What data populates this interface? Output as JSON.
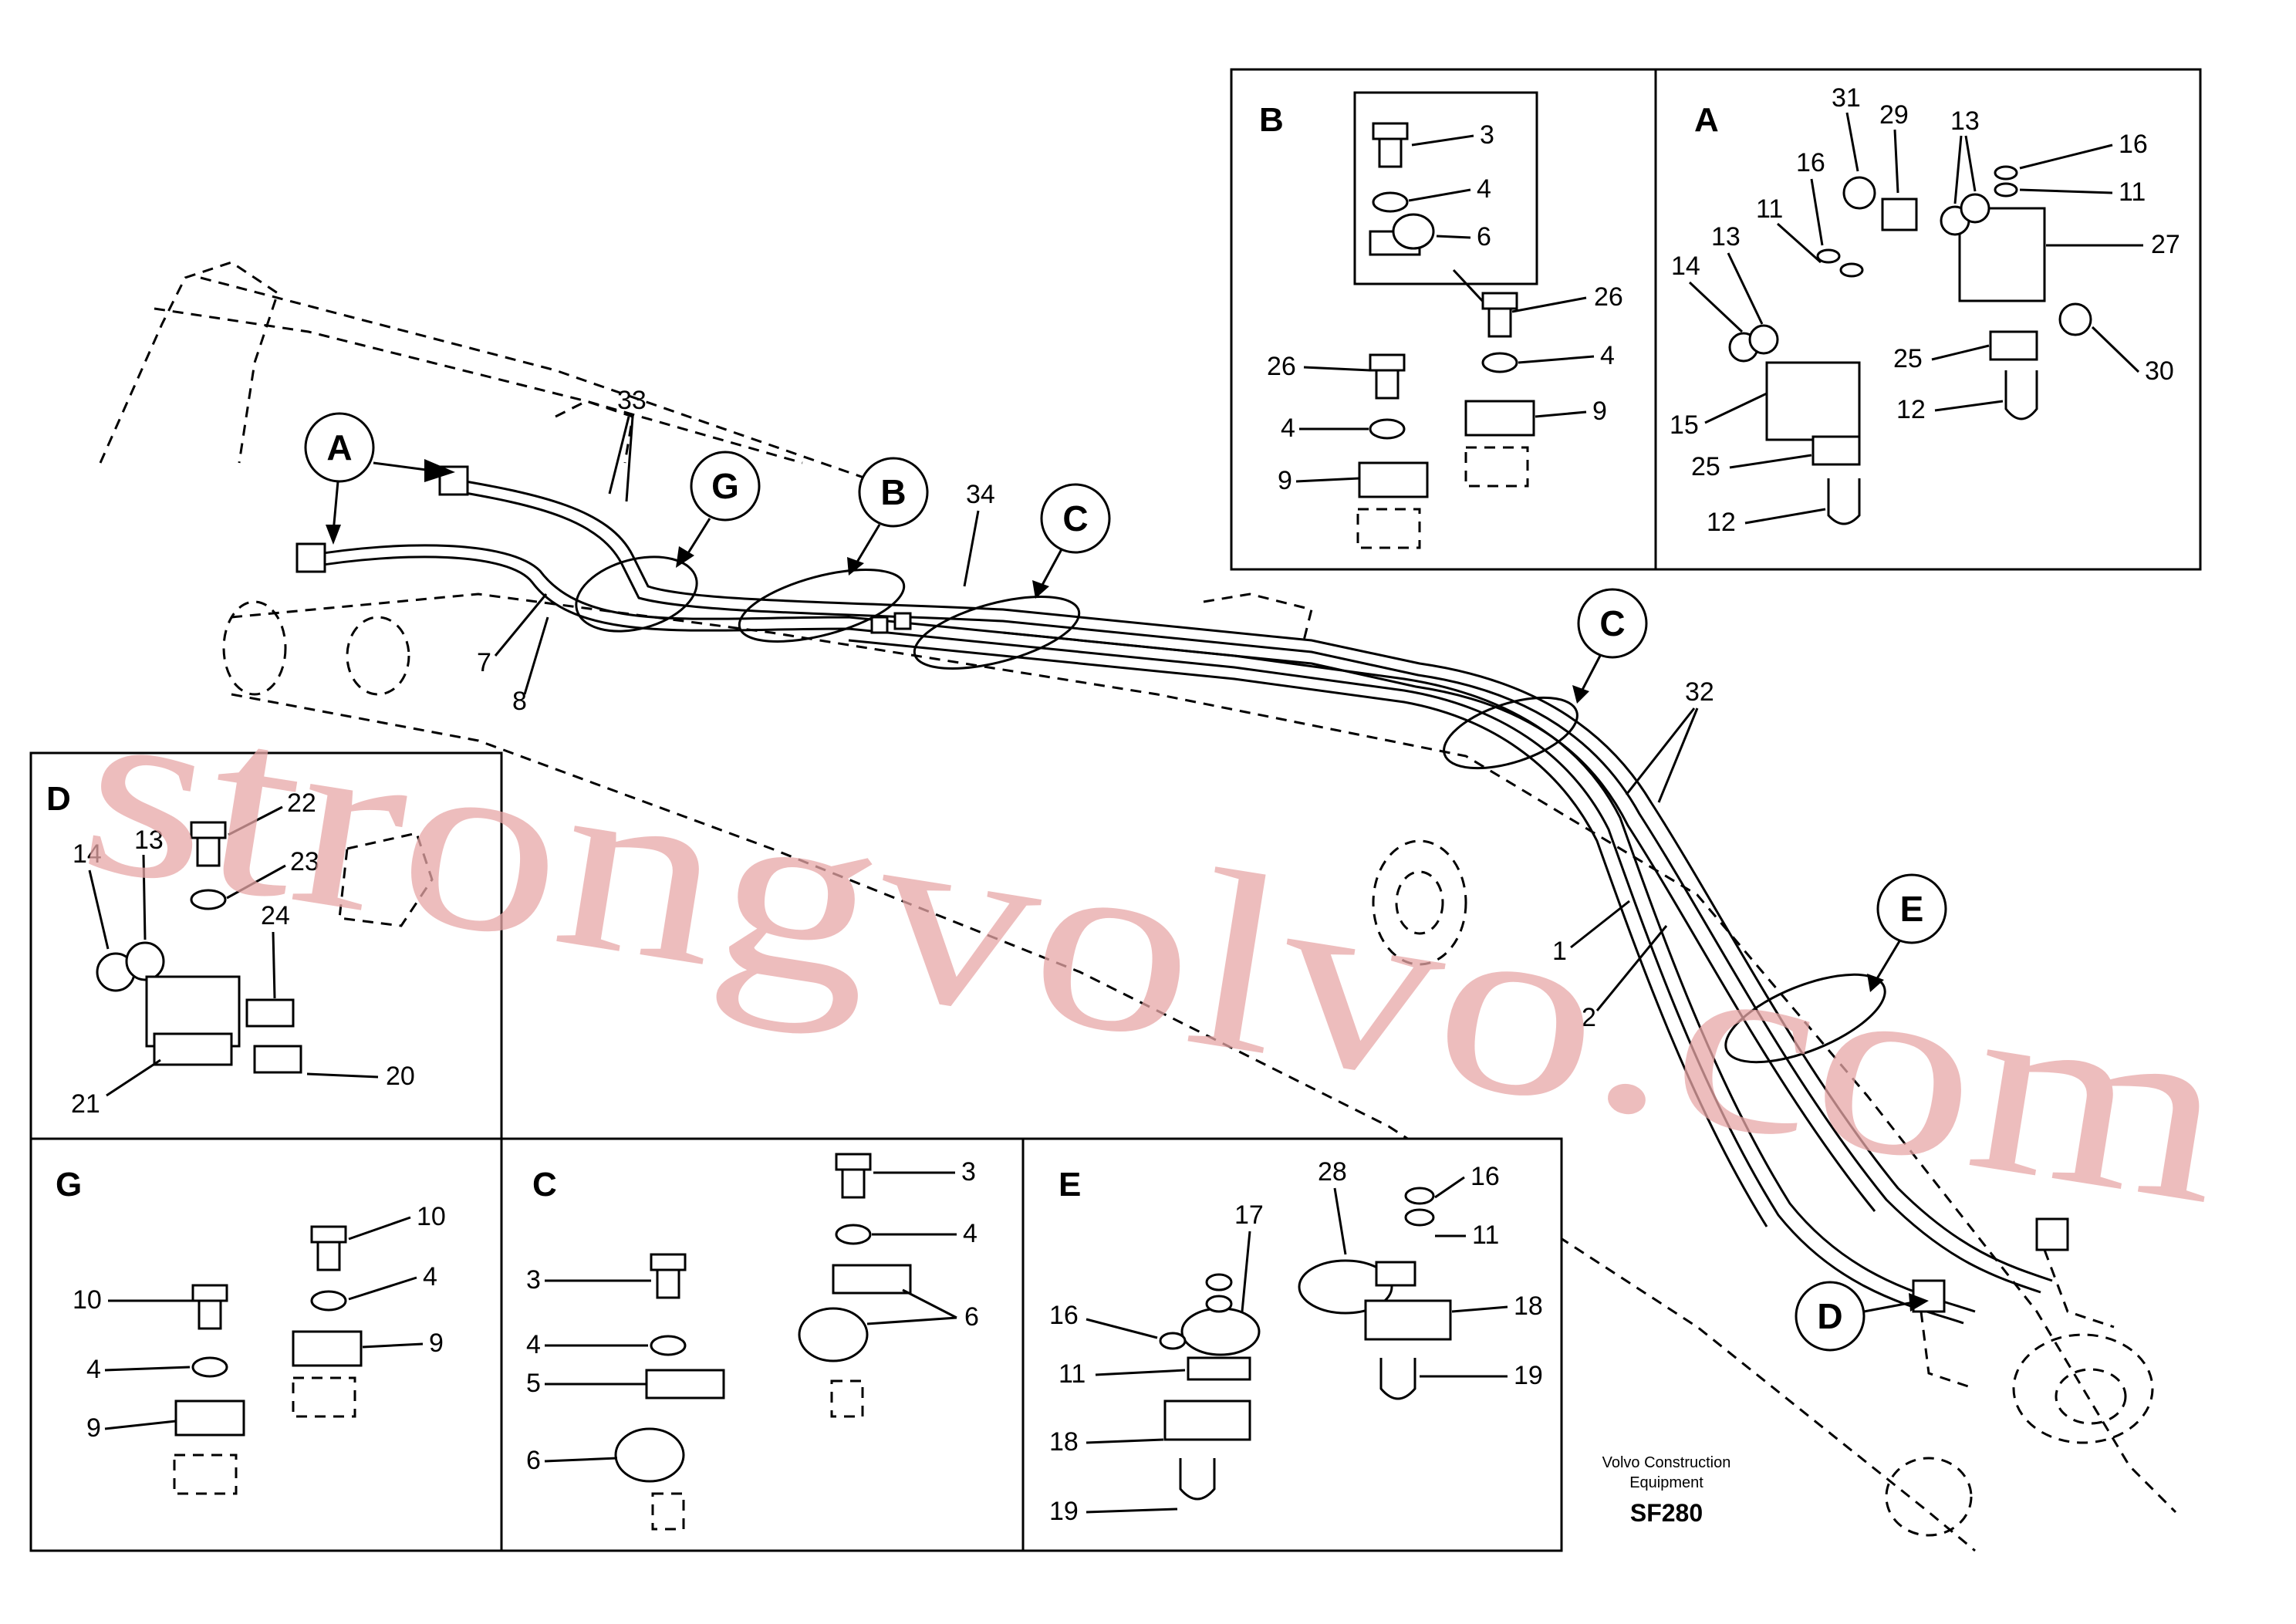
{
  "diagram": {
    "panels": {
      "B": {
        "letter": "B",
        "labels": [
          "3",
          "4",
          "6",
          "26",
          "4",
          "26",
          "4",
          "9",
          "9"
        ]
      },
      "A": {
        "letter": "A",
        "labels": [
          "31",
          "29",
          "13",
          "16",
          "11",
          "16",
          "11",
          "13",
          "27",
          "14",
          "30",
          "25",
          "15",
          "12",
          "25",
          "12"
        ]
      },
      "D": {
        "letter": "D",
        "labels": [
          "22",
          "14",
          "13",
          "23",
          "24",
          "21",
          "20"
        ]
      },
      "G": {
        "letter": "G",
        "labels": [
          "10",
          "10",
          "4",
          "4",
          "9",
          "9"
        ]
      },
      "C": {
        "letter": "C",
        "labels": [
          "3",
          "4",
          "3",
          "4",
          "5",
          "6",
          "6"
        ]
      },
      "E": {
        "letter": "E",
        "labels": [
          "28",
          "16",
          "17",
          "11",
          "16",
          "18",
          "11",
          "19",
          "18",
          "19"
        ]
      }
    },
    "main_labels": [
      "33",
      "34",
      "7",
      "8",
      "32",
      "1",
      "2"
    ],
    "callouts": [
      "A",
      "G",
      "B",
      "C",
      "C",
      "E",
      "D"
    ],
    "footer": {
      "line1": "Volvo Construction",
      "line2": "Equipment",
      "code": "SF280"
    },
    "watermark": "strongvolvo.com"
  }
}
